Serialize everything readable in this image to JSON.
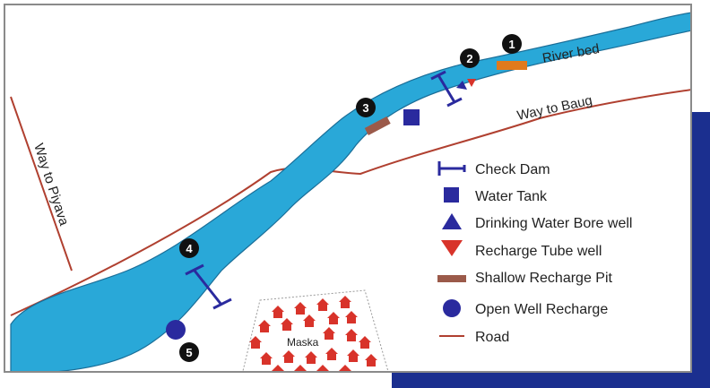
{
  "map": {
    "river_label": "River bed",
    "roads": {
      "way_to_baug": "Way to Baug",
      "way_to_piyava": "Way to Piyava"
    },
    "village": "Maska",
    "markers": [
      "1",
      "2",
      "3",
      "4",
      "5"
    ]
  },
  "legend": {
    "items": [
      {
        "label": "Check Dam",
        "icon": "check-dam-icon",
        "color": "#2a2a9e"
      },
      {
        "label": "Water Tank",
        "icon": "square-icon",
        "color": "#2a2a9e"
      },
      {
        "label": "Drinking Water Bore well",
        "icon": "triangle-up-icon",
        "color": "#2a2a9e"
      },
      {
        "label": "Recharge Tube well",
        "icon": "triangle-down-icon",
        "color": "#d8332a"
      },
      {
        "label": "Shallow Recharge Pit",
        "icon": "bar-icon",
        "color": "#9b5a4a"
      },
      {
        "label": "Open Well Recharge",
        "icon": "circle-icon",
        "color": "#2a2a9e"
      },
      {
        "label": "Road",
        "icon": "line-icon",
        "color": "#b04030"
      }
    ]
  },
  "colors": {
    "river_fill": "#29a8d8",
    "river_edge": "#1a6e98",
    "road": "#b04030",
    "house": "#d8332a",
    "marker": "#111111",
    "pit": "#e07a1c"
  }
}
